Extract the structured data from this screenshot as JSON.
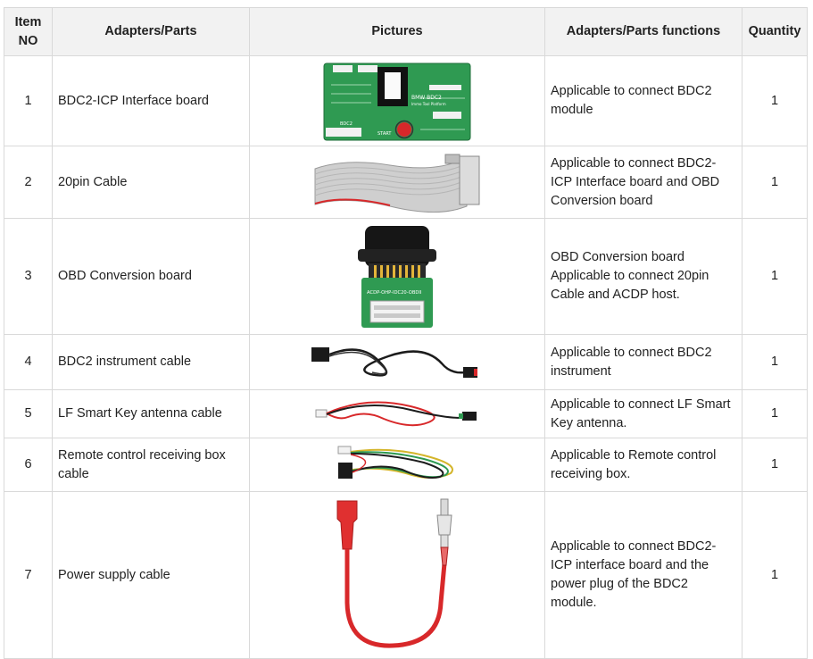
{
  "headers": {
    "item_no": "Item NO",
    "parts": "Adapters/Parts",
    "pictures": "Pictures",
    "functions": "Adapters/Parts functions",
    "quantity": "Quantity"
  },
  "rows": [
    {
      "no": "1",
      "part": "BDC2-ICP Interface board",
      "function": "Applicable to connect BDC2 module",
      "qty": "1",
      "picture": "pcb-board-icon",
      "board_text": {
        "brand": "BMW BDC2",
        "sub": "Immo Tool Platform",
        "start": "START",
        "bdc2": "BDC2"
      }
    },
    {
      "no": "2",
      "part": "20pin Cable",
      "function": "Applicable to connect BDC2-ICP Interface board and OBD Conversion board",
      "qty": "1",
      "picture": "ribbon-cable-icon"
    },
    {
      "no": "3",
      "part": "OBD Conversion board",
      "function": "OBD Conversion board Applicable to connect 20pin Cable and ACDP host.",
      "qty": "1",
      "picture": "obd-connector-icon",
      "board_text": {
        "label": "ACDP-OHP-IDC20-OBDII"
      }
    },
    {
      "no": "4",
      "part": "BDC2 instrument cable",
      "function": "Applicable to connect BDC2 instrument",
      "qty": "1",
      "picture": "instrument-cable-icon"
    },
    {
      "no": "5",
      "part": "LF Smart Key antenna cable",
      "function": "Applicable to connect LF Smart Key antenna.",
      "qty": "1",
      "picture": "antenna-cable-icon"
    },
    {
      "no": "6",
      "part": "Remote control receiving box cable",
      "function": "Applicable to Remote control receiving box.",
      "qty": "1",
      "picture": "receiver-cable-icon"
    },
    {
      "no": "7",
      "part": "Power supply cable",
      "function": "Applicable to connect BDC2-ICP interface board and the power plug of the BDC2 module.",
      "qty": "1",
      "picture": "power-cable-icon"
    }
  ],
  "colors": {
    "header_bg": "#f2f2f2",
    "border": "#d9d9d9",
    "pcb_green": "#2f9a52",
    "wire_red": "#d8282a"
  }
}
